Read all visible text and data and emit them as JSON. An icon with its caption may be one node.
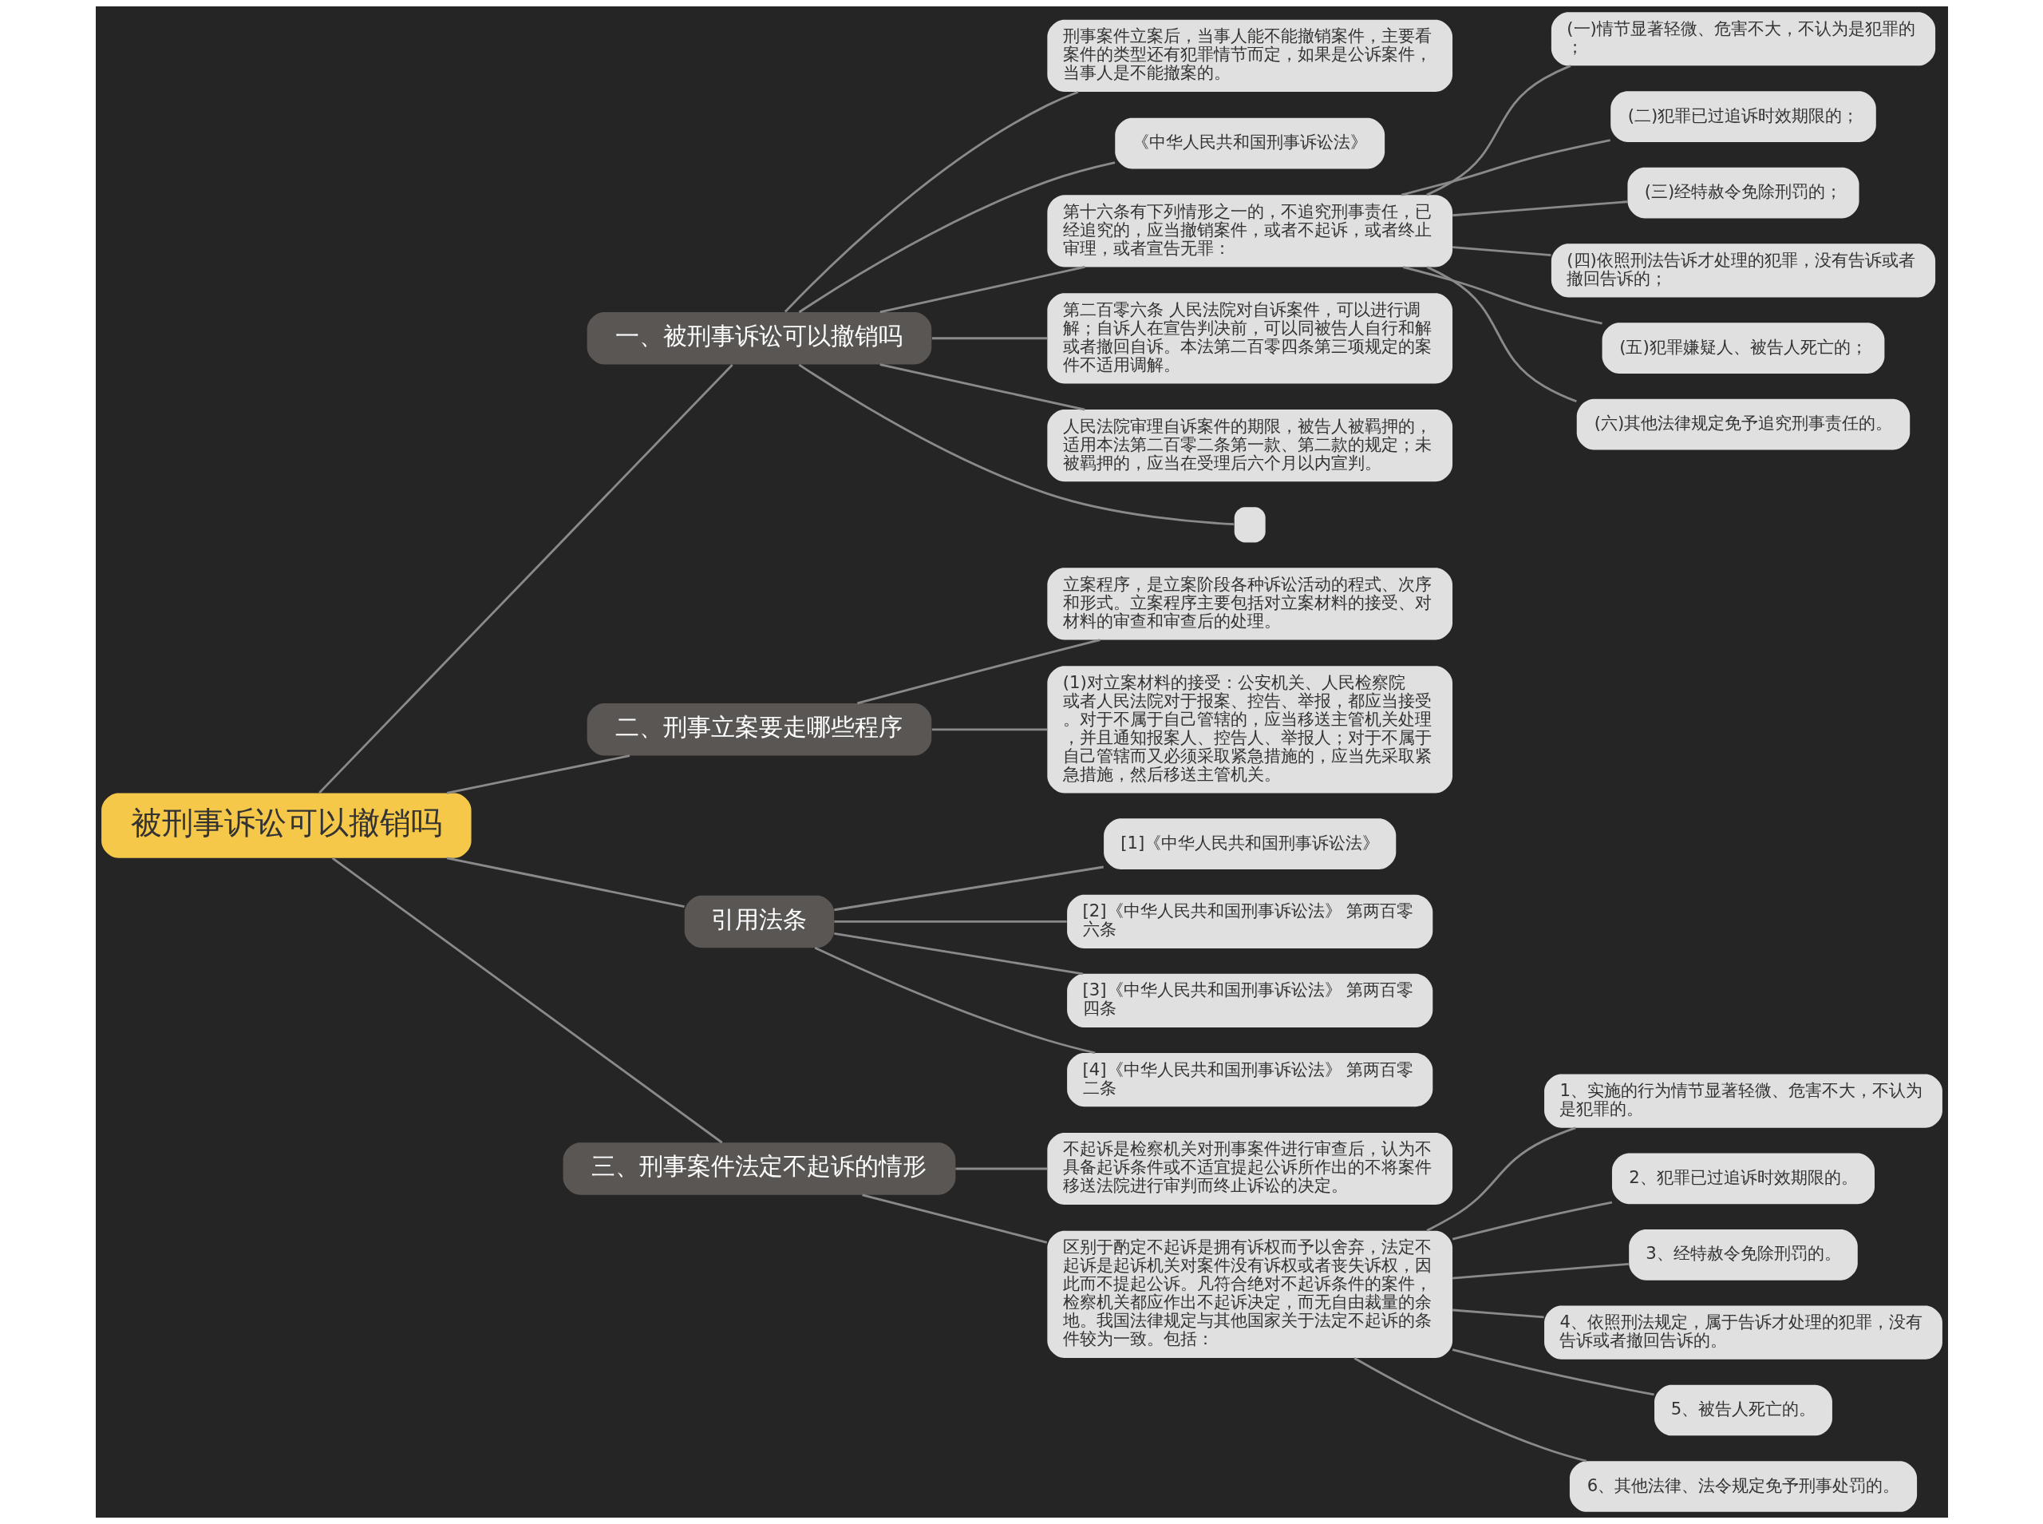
{
  "diagram": {
    "nodes": [
      {
        "text": [
          "被刑事诉讼可以撤销吗"
        ]
      },
      {
        "text": [
          "一、被刑事诉讼可以撤销吗"
        ]
      },
      {
        "text": [
          "刑事案件立案后，当事人能不能撤销案件，主要看案件的类型还有犯罪情节而定，如果是公诉案件，当事人是不能撤案的。"
        ]
      },
      {
        "text": [
          "《中华人民共和国刑事诉讼法》"
        ]
      },
      {
        "text": [
          "第十六条有下列情形之一的，不追究刑事责任，已经追究的，应当撤销案件，或者不起诉，或者终止审理，或者宣告无罪："
        ]
      },
      {
        "text": [
          "(一)情节显著轻微、危害不大，不认为是犯罪的；"
        ]
      },
      {
        "text": [
          "(二)犯罪已过追诉时效期限的；"
        ]
      },
      {
        "text": [
          "(三)经特赦令免除刑罚的；"
        ]
      },
      {
        "text": [
          "(四)依照刑法告诉才处理的犯罪，没有告诉或者撤回告诉的；"
        ]
      },
      {
        "text": [
          "(五)犯罪嫌疑人、被告人死亡的；"
        ]
      },
      {
        "text": [
          "(六)其他法律规定免予追究刑事责任的。"
        ]
      },
      {
        "text": [
          "第二百零六条 人民法院对自诉案件，可以进行调解；自诉人在宣告判决前，可以同被告人自行和解或者撤回自诉。本法第二百零四条第三项规定的案件不适用调解。"
        ]
      },
      {
        "text": [
          "人民法院审理自诉案件的期限，被告人被羁押的，适用本法第二百零二条第一款、第二款的规定；未被羁押的，应当在受理后六个月以内宣判。"
        ]
      },
      {
        "text": [],
        "shape": "box"
      },
      {
        "text": [
          "二、刑事立案要走哪些程序"
        ]
      },
      {
        "text": [
          "立案程序，是立案阶段各种诉讼活动的程式、次序和形式。立案程序主要包括对立案材料的接受、对材料的审查和审查后的处理。"
        ]
      },
      {
        "text": [
          "(1)对立案材料的接受：公安机关、人民检察院或者人民法院对于报案、控告、举报，都应当接受。对于不属于自己管辖的，应当移送主管机关处理，并且通知报案人、控告人、举报人；对于不属于自己管辖而又必须采取紧急措施的，应当先采取紧急措施，然后移送主管机关。"
        ]
      },
      {
        "text": [
          "引用法条"
        ]
      },
      {
        "text": [
          "[1]《中华人民共和国刑事诉讼法》"
        ]
      },
      {
        "text": [
          "[2]《中华人民共和国刑事诉讼法》 第两百零六条"
        ]
      },
      {
        "text": [
          "[3]《中华人民共和国刑事诉讼法》 第两百零四条"
        ]
      },
      {
        "text": [
          "[4]《中华人民共和国刑事诉讼法》 第两百零二条"
        ]
      },
      {
        "text": [
          "三、刑事案件法定不起诉的情形"
        ]
      },
      {
        "text": [
          "不起诉是检察机关对刑事案件进行审查后，认为不具备起诉条件或不适宜提起公诉所作出的不将案件移送法院进行审判而终止诉讼的决定。"
        ]
      },
      {
        "text": [
          "区别于酌定不起诉是拥有诉权而予以舍弃，法定不起诉是起诉机关对案件没有诉权或者丧失诉权，因此而不提起公诉。凡符合绝对不起诉条件的案件，检察机关都应作出不起诉决定，而无自由裁量的余地。我国法律规定与其他国家关于法定不起诉的条件较为一致。包括："
        ]
      },
      {
        "text": [
          "1、实施的行为情节显著轻微、危害不大，不认为是犯罪的。"
        ]
      },
      {
        "text": [
          "2、犯罪已过追诉时效期限的。"
        ]
      },
      {
        "text": [
          "3、经特赦令免除刑罚的。"
        ]
      },
      {
        "text": [
          "4、依照刑法规定，属于告诉才处理的犯罪，没有告诉或者撤回告诉的。"
        ]
      },
      {
        "text": [
          "5、被告人死亡的。"
        ]
      },
      {
        "text": [
          "6、其他法律、法令规定免予刑事处罚的。"
        ]
      }
    ],
    "edges": [
      {
        "from": 0,
        "to": 1,
        "arrow": "none"
      },
      {
        "from": 1,
        "to": 2,
        "arrow": "none"
      },
      {
        "from": 1,
        "to": 3,
        "arrow": "none"
      },
      {
        "from": 1,
        "to": 4,
        "arrow": "none"
      },
      {
        "from": 4,
        "to": 5,
        "arrow": "none"
      },
      {
        "from": 4,
        "to": 6,
        "arrow": "none"
      },
      {
        "from": 4,
        "to": 7,
        "arrow": "none"
      },
      {
        "from": 4,
        "to": 8,
        "arrow": "none"
      },
      {
        "from": 4,
        "to": 9,
        "arrow": "none"
      },
      {
        "from": 4,
        "to": 10,
        "arrow": "none"
      },
      {
        "from": 1,
        "to": 11,
        "arrow": "none"
      },
      {
        "from": 1,
        "to": 12,
        "arrow": "none"
      },
      {
        "from": 1,
        "to": 13,
        "arrow": "none"
      },
      {
        "from": 0,
        "to": 14,
        "arrow": "none"
      },
      {
        "from": 14,
        "to": 15,
        "arrow": "none"
      },
      {
        "from": 14,
        "to": 16,
        "arrow": "none"
      },
      {
        "from": 0,
        "to": 17,
        "arrow": "none"
      },
      {
        "from": 17,
        "to": 18,
        "arrow": "none"
      },
      {
        "from": 17,
        "to": 19,
        "arrow": "none"
      },
      {
        "from": 17,
        "to": 20,
        "arrow": "none"
      },
      {
        "from": 17,
        "to": 21,
        "arrow": "none"
      },
      {
        "from": 0,
        "to": 22,
        "arrow": "none"
      },
      {
        "from": 22,
        "to": 23,
        "arrow": "none"
      },
      {
        "from": 22,
        "to": 24,
        "arrow": "none"
      },
      {
        "from": 24,
        "to": 25,
        "arrow": "none"
      },
      {
        "from": 24,
        "to": 26,
        "arrow": "none"
      },
      {
        "from": 24,
        "to": 27,
        "arrow": "none"
      },
      {
        "from": 24,
        "to": 28,
        "arrow": "none"
      },
      {
        "from": 24,
        "to": 29,
        "arrow": "none"
      },
      {
        "from": 24,
        "to": 30,
        "arrow": "none"
      }
    ]
  }
}
